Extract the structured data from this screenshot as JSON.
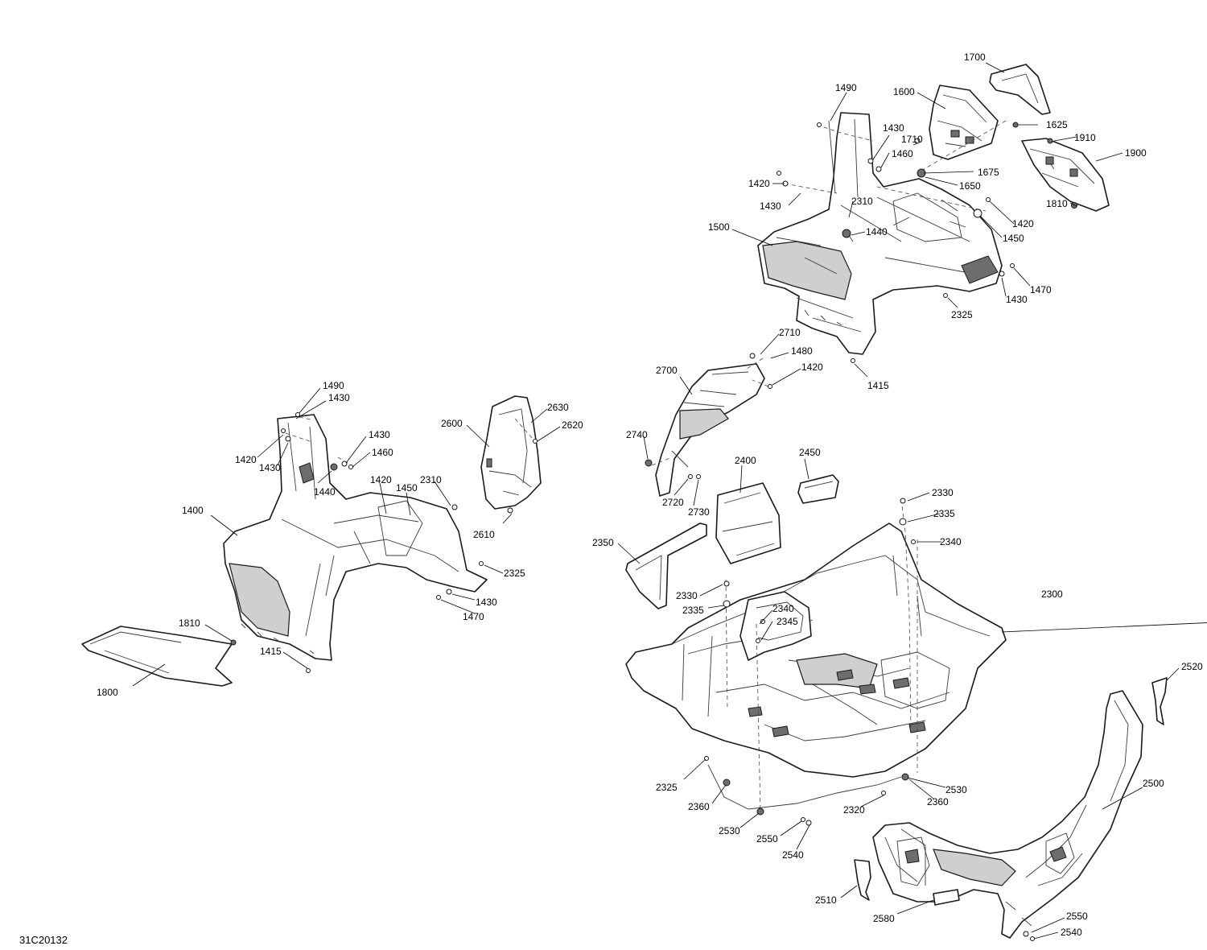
{
  "drawing_code": "31C20132",
  "callouts": [
    {
      "id": "c1700",
      "text": "1700"
    },
    {
      "id": "c1600",
      "text": "1600"
    },
    {
      "id": "c1490a",
      "text": "1490"
    },
    {
      "id": "c1430a",
      "text": "1430"
    },
    {
      "id": "c1710",
      "text": "1710"
    },
    {
      "id": "c1625",
      "text": "1625"
    },
    {
      "id": "c1910",
      "text": "1910"
    },
    {
      "id": "c1900",
      "text": "1900"
    },
    {
      "id": "c1460a",
      "text": "1460"
    },
    {
      "id": "c1675",
      "text": "1675"
    },
    {
      "id": "c1420a",
      "text": "1420"
    },
    {
      "id": "c1650",
      "text": "1650"
    },
    {
      "id": "c1430b",
      "text": "1430"
    },
    {
      "id": "c2310a",
      "text": "2310"
    },
    {
      "id": "c1810a",
      "text": "1810"
    },
    {
      "id": "c1420b",
      "text": "1420"
    },
    {
      "id": "c1500",
      "text": "1500"
    },
    {
      "id": "c1440a",
      "text": "1440"
    },
    {
      "id": "c1450a",
      "text": "1450"
    },
    {
      "id": "c1470a",
      "text": "1470"
    },
    {
      "id": "c1430c",
      "text": "1430"
    },
    {
      "id": "c2325a",
      "text": "2325"
    },
    {
      "id": "c2710",
      "text": "2710"
    },
    {
      "id": "c1480",
      "text": "1480"
    },
    {
      "id": "c1420c",
      "text": "1420"
    },
    {
      "id": "c2700",
      "text": "2700"
    },
    {
      "id": "c1415a",
      "text": "1415"
    },
    {
      "id": "c1490b",
      "text": "1490"
    },
    {
      "id": "c1430d",
      "text": "1430"
    },
    {
      "id": "c2630",
      "text": "2630"
    },
    {
      "id": "c2600",
      "text": "2600"
    },
    {
      "id": "c2620",
      "text": "2620"
    },
    {
      "id": "c1430e",
      "text": "1430"
    },
    {
      "id": "c2740",
      "text": "2740"
    },
    {
      "id": "c1420d",
      "text": "1420"
    },
    {
      "id": "c1460b",
      "text": "1460"
    },
    {
      "id": "c1430f",
      "text": "1430"
    },
    {
      "id": "c2450",
      "text": "2450"
    },
    {
      "id": "c2400",
      "text": "2400"
    },
    {
      "id": "c1440b",
      "text": "1440"
    },
    {
      "id": "c2310b",
      "text": "2310"
    },
    {
      "id": "c1420e",
      "text": "1420"
    },
    {
      "id": "c1450b",
      "text": "1450"
    },
    {
      "id": "c2720",
      "text": "2720"
    },
    {
      "id": "c2730",
      "text": "2730"
    },
    {
      "id": "c2330a",
      "text": "2330"
    },
    {
      "id": "c1400",
      "text": "1400"
    },
    {
      "id": "c2610",
      "text": "2610"
    },
    {
      "id": "c2335a",
      "text": "2335"
    },
    {
      "id": "c2340a",
      "text": "2340"
    },
    {
      "id": "c2350",
      "text": "2350"
    },
    {
      "id": "c2325b",
      "text": "2325"
    },
    {
      "id": "c1430g",
      "text": "1430"
    },
    {
      "id": "c2300",
      "text": "2300"
    },
    {
      "id": "c2330b",
      "text": "2330"
    },
    {
      "id": "c2340b",
      "text": "2340"
    },
    {
      "id": "c1470b",
      "text": "1470"
    },
    {
      "id": "c2345",
      "text": "2345"
    },
    {
      "id": "c2335b",
      "text": "2335"
    },
    {
      "id": "c1810b",
      "text": "1810"
    },
    {
      "id": "c1415b",
      "text": "1415"
    },
    {
      "id": "c2520",
      "text": "2520"
    },
    {
      "id": "c1800",
      "text": "1800"
    },
    {
      "id": "c2500",
      "text": "2500"
    },
    {
      "id": "c2325c",
      "text": "2325"
    },
    {
      "id": "c2530a",
      "text": "2530"
    },
    {
      "id": "c2360a",
      "text": "2360"
    },
    {
      "id": "c2360b",
      "text": "2360"
    },
    {
      "id": "c2320",
      "text": "2320"
    },
    {
      "id": "c2530b",
      "text": "2530"
    },
    {
      "id": "c2550a",
      "text": "2550"
    },
    {
      "id": "c2540a",
      "text": "2540"
    },
    {
      "id": "c2510",
      "text": "2510"
    },
    {
      "id": "c2580",
      "text": "2580"
    },
    {
      "id": "c2550b",
      "text": "2550"
    },
    {
      "id": "c2540b",
      "text": "2540"
    }
  ]
}
